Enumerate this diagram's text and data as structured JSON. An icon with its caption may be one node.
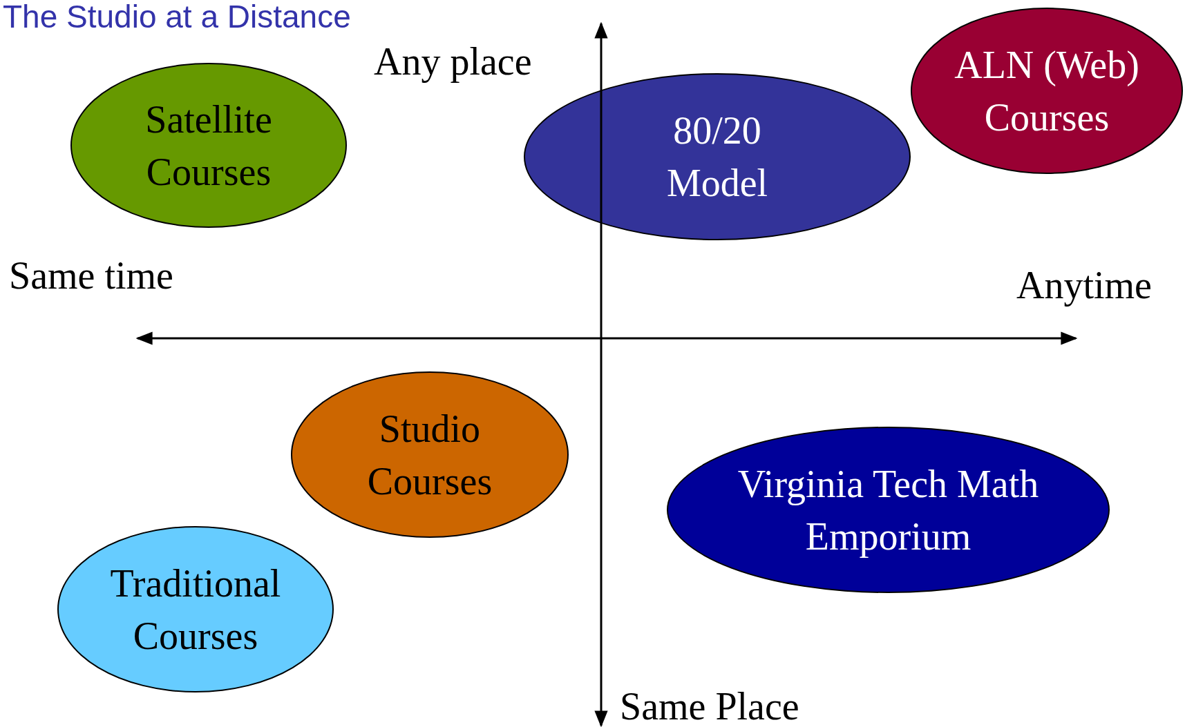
{
  "diagram": {
    "title": "The Studio at a Distance",
    "nodes": [
      {
        "text": [
          "Satellite Courses"
        ]
      },
      {
        "text": [
          "80/20 Model"
        ]
      },
      {
        "text": [
          "ALN (Web) Courses"
        ]
      },
      {
        "text": [
          "Studio Courses"
        ]
      },
      {
        "text": [
          "Virginia Tech Math Emporium"
        ]
      },
      {
        "text": [
          "Traditional Courses"
        ]
      }
    ],
    "labels": [
      "Any place",
      "Same time",
      "Anytime",
      "Same Place"
    ]
  }
}
